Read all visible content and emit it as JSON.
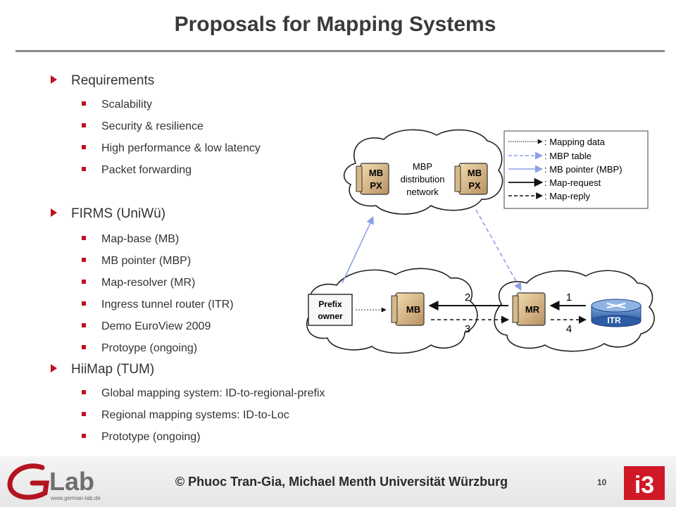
{
  "slide": {
    "title": "Proposals for Mapping Systems",
    "bullets": [
      {
        "text": "Requirements",
        "children": [
          "Scalability",
          "Security & resilience",
          "High performance & low latency",
          "Packet forwarding"
        ]
      },
      {
        "text": "FIRMS (UniWü)",
        "children": [
          "Map-base (MB)",
          "MB pointer (MBP)",
          "Map-resolver (MR)",
          "Ingress tunnel router (ITR)",
          "Demo EuroView 2009",
          "Protoype  (ongoing)"
        ]
      },
      {
        "text": "HiiMap (TUM)",
        "children": [
          "Global mapping system: ID-to-regional-prefix",
          "Regional mapping systems: ID-to-Loc",
          "Prototype (ongoing)"
        ]
      }
    ]
  },
  "diagram": {
    "cloud_label": [
      "MBP",
      "distribution",
      "network"
    ],
    "mbpx_label_1": "MB",
    "mbpx_label_2": "PX",
    "prefix_owner_1": "Prefix",
    "prefix_owner_2": "owner",
    "mb_label": "MB",
    "mr_label": "MR",
    "itr_label": "ITR",
    "step_2": "2",
    "step_3": "3",
    "step_1": "1",
    "step_4": "4",
    "legend": [
      ": Mapping data",
      ": MBP table",
      ": MB pointer (MBP)",
      ": Map-request",
      ": Map-reply"
    ]
  },
  "footer": {
    "text": "©  Phuoc Tran-Gia, Michael Menth Universität Würzburg",
    "page_number": "10",
    "logo_text": "Lab",
    "logo_url": "www.german-lab.de",
    "uni_logo_text": "i3"
  },
  "colors": {
    "accent": "#c0111f",
    "lightblue": "#8f9ee8",
    "darkblue": "#1f3f8a"
  }
}
